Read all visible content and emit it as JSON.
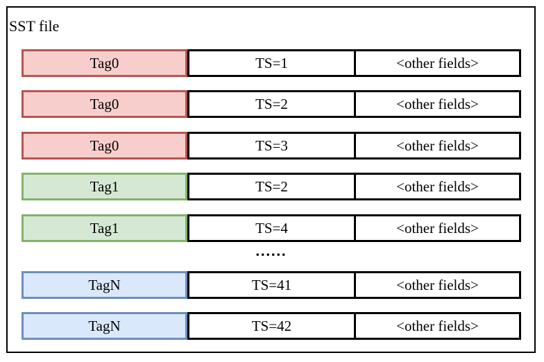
{
  "title": "SST file",
  "separator": "......",
  "colors": {
    "red-fill": "#f8cecc",
    "red-stroke": "#b85450",
    "green-fill": "#d5e8d4",
    "green-stroke": "#82b366",
    "blue-fill": "#dae8fc",
    "blue-stroke": "#6c8ebf",
    "box-stroke": "#000000"
  },
  "rows": [
    {
      "tag": "Tag0",
      "ts": "TS=1",
      "other": "<other fields>",
      "color": "red"
    },
    {
      "tag": "Tag0",
      "ts": "TS=2",
      "other": "<other fields>",
      "color": "red"
    },
    {
      "tag": "Tag0",
      "ts": "TS=3",
      "other": "<other fields>",
      "color": "red"
    },
    {
      "tag": "Tag1",
      "ts": "TS=2",
      "other": "<other fields>",
      "color": "green"
    },
    {
      "tag": "Tag1",
      "ts": "TS=4",
      "other": "<other fields>",
      "color": "green"
    },
    {
      "tag": "TagN",
      "ts": "TS=41",
      "other": "<other fields>",
      "color": "blue"
    },
    {
      "tag": "TagN",
      "ts": "TS=42",
      "other": "<other fields>",
      "color": "blue"
    }
  ]
}
